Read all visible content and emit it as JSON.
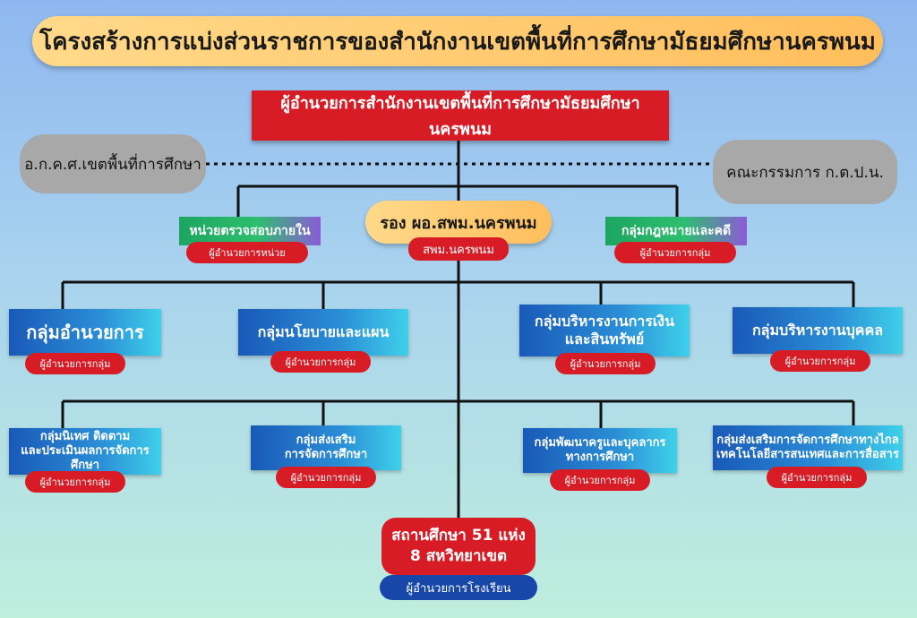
{
  "title": "โครงสร้างการแบ่งส่วนราชการของสำนักงานเขตพื้นที่การศึกษามัธยมศึกษานครพนม",
  "director": "ผู้อำนวยการสำนักงานเขตพื้นที่การศึกษามัธยมศึกษานครพนม",
  "side_left": "อ.ก.ค.ศ.เขตพื้นที่การศึกษา",
  "side_right": "คณะกรรมการ ก.ต.ป.น.",
  "deputy": {
    "title": "รอง ผอ.สพม.นครพนม",
    "sub": "สพม.นครพนม"
  },
  "audit": {
    "title": "หน่วยตรวจสอบภายใน",
    "sub": "ผู้อำนวยการหน่วย"
  },
  "legal": {
    "title": "กลุ่มกฎหมายและคดี",
    "sub": "ผู้อำนวยการกลุ่ม"
  },
  "groups_row1": [
    {
      "title": "กลุ่มอำนวยการ",
      "sub": "ผู้อำนวยการกลุ่ม"
    },
    {
      "title": "กลุ่มนโยบายและแผน",
      "sub": "ผู้อำนวยการกลุ่ม"
    },
    {
      "title": "กลุ่มบริหารงานการเงิน\nและสินทรัพย์",
      "sub": "ผู้อำนวยการกลุ่ม"
    },
    {
      "title": "กลุ่มบริหารงานบุคคล",
      "sub": "ผู้อำนวยการกลุ่ม"
    }
  ],
  "groups_row2": [
    {
      "title": "กลุ่มนิเทศ ติดตาม\nและประเมินผลการจัดการศึกษา",
      "sub": "ผู้อำนวยการกลุ่ม"
    },
    {
      "title": "กลุ่มส่งเสริม\nการจัดการศึกษา",
      "sub": "ผู้อำนวยการกลุ่ม"
    },
    {
      "title": "กลุ่มพัฒนาครูและบุคลากร\nทางการศึกษา",
      "sub": "ผู้อำนวยการกลุ่ม"
    },
    {
      "title": "กลุ่มส่งเสริมการจัดการศึกษาทางไกล\nเทคโนโลยีสารสนเทศและการสื่อสาร",
      "sub": "ผู้อำนวยการกลุ่ม"
    }
  ],
  "school": {
    "title": "สถานศึกษา 51 แห่ง\n8 สหวิทยาเขต",
    "sub": "ผู้อำนวยการโรงเรียน"
  }
}
